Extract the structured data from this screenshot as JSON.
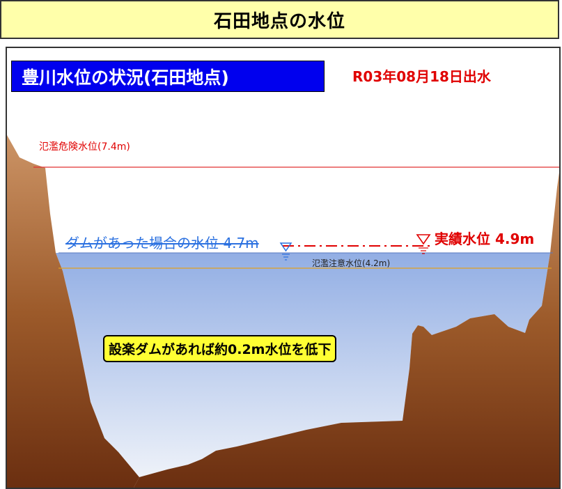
{
  "header": {
    "title": "石田地点の水位"
  },
  "panel": {
    "title": "豊川水位の状況(石田地点)",
    "event_date": "R03年08月18日出水"
  },
  "levels": {
    "danger": {
      "label": "氾濫危険水位(7.4m)",
      "value_m": 7.4,
      "color": "#e00000"
    },
    "caution": {
      "label": "氾濫注意水位(4.2m)",
      "value_m": 4.2,
      "color": "#e0a020"
    },
    "with_dam": {
      "label": "ダムがあった場合の水位 4.7m",
      "value_m": 4.7,
      "color": "#2a70e0"
    },
    "actual": {
      "label": "実績水位 4.9m",
      "value_m": 4.9,
      "color": "#e00000"
    }
  },
  "callout": {
    "text": "設楽ダムがあれば約0.2m水位を低下"
  },
  "colors": {
    "header_bg": "#ffffaa",
    "title_bg": "#0000ee",
    "water_top": "#9bb4e6",
    "water_bottom": "#e7edf7",
    "soil_light": "#c28a5a",
    "soil_dark": "#7a3a15"
  }
}
